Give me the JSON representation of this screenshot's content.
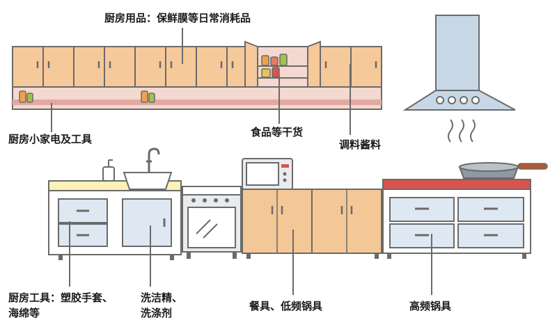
{
  "labels": {
    "kitchen_supplies": "厨房用品：保鲜膜等日常消耗品",
    "small_appliances": "厨房小家电及工具",
    "dry_goods": "食品等干货",
    "seasonings": "调料酱料",
    "tools_line1": "厨房工具：塑胶手套、",
    "tools_line2": "海绵等",
    "detergent_line1": "洗洁精、",
    "detergent_line2": "洗涤剂",
    "tableware": "餐具、低频锅具",
    "high_freq_pots": "高频锅具"
  },
  "colors": {
    "outline": "#6a6a6a",
    "upper_cabinet": "#f6c99a",
    "upper_shelf": "#f3d9cf",
    "pink_strip": "#e3a9a0",
    "lower_wood": "#f4c797",
    "counter_white": "#ffffff",
    "counter_cream": "#fdf0b8",
    "drawer_blue": "#dde8f3",
    "hood": "#c7d7e5",
    "counter_red": "#d9534f",
    "pan_handle": "#b25a33",
    "leader_line": "#6a6a6a"
  },
  "icons": [
    "range-hood-icon",
    "faucet-icon",
    "soap-bottle-icon",
    "microwave-icon",
    "oven-icon",
    "frying-pan-icon",
    "spice-jar-icon"
  ]
}
